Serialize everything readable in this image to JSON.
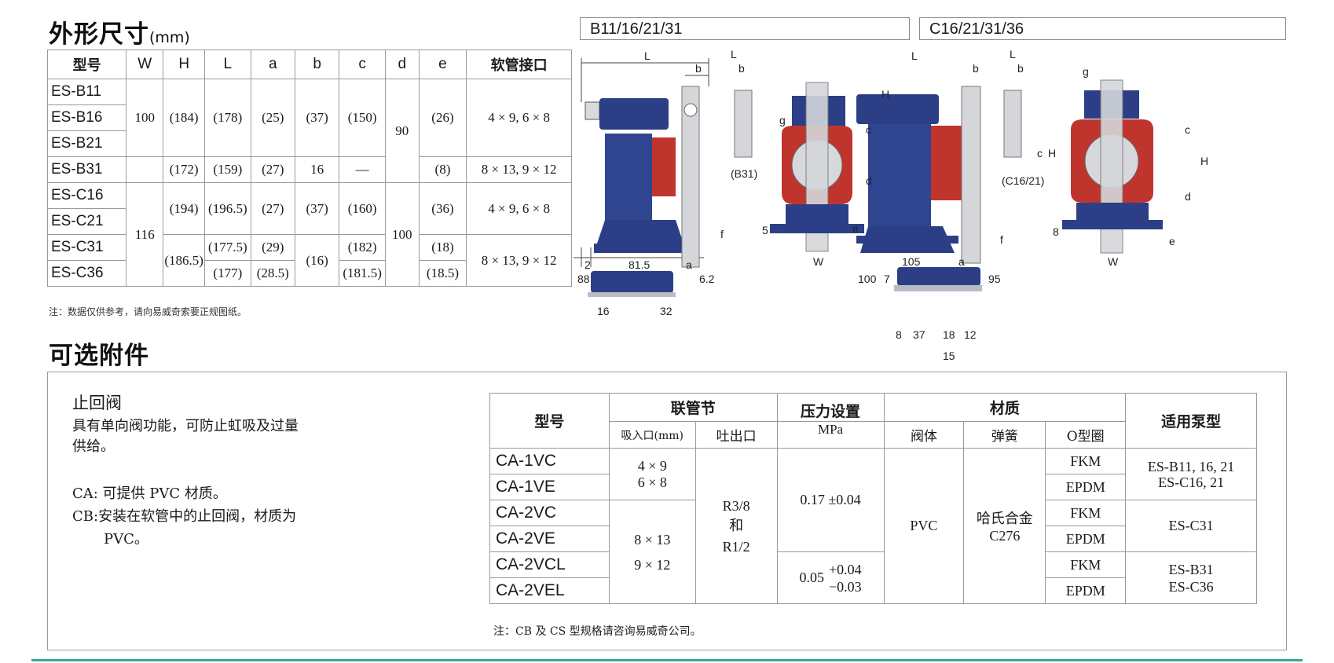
{
  "dims_section": {
    "title": "外形尺寸",
    "unit": "(mm)",
    "headers": [
      "型号",
      "W",
      "H",
      "L",
      "a",
      "b",
      "c",
      "d",
      "e",
      "软管接口"
    ],
    "models": [
      "ES-B11",
      "ES-B16",
      "ES-B21",
      "ES-B31",
      "ES-C16",
      "ES-C21",
      "ES-C31",
      "ES-C36"
    ],
    "B_W": "100",
    "B_d": "90",
    "B1": {
      "H": "(184)",
      "L": "(178)",
      "a": "(25)",
      "b": "(37)",
      "c": "(150)",
      "e": "(26)",
      "hose": "4 × 9, 6 × 8"
    },
    "B31": {
      "H": "(172)",
      "L": "(159)",
      "a": "(27)",
      "b": "16",
      "c": "—",
      "e": "(8)",
      "hose": "8 × 13, 9 × 12"
    },
    "C_W": "116",
    "C_d": "100",
    "C1": {
      "H": "(194)",
      "L": "(196.5)",
      "a": "(27)",
      "b": "(37)",
      "c": "(160)",
      "e": "(36)",
      "hose": "4 × 9, 6 × 8"
    },
    "C2": {
      "H": "(186.5)",
      "b": "(16)",
      "hose": "8 × 13, 9 × 12"
    },
    "C31": {
      "L": "(177.5)",
      "a": "(29)",
      "c": "(182)",
      "e": "(18)"
    },
    "C36": {
      "L": "(177)",
      "a": "(28.5)",
      "c": "(181.5)",
      "e": "(18.5)"
    },
    "note": "注：数据仅供参考，请向易威奇索要正规图纸。"
  },
  "drawing": {
    "panel_b": "B11/16/21/31",
    "panel_c": "C16/21/31/36",
    "labels": {
      "L": "L",
      "b": "b",
      "H": "H",
      "c": "c",
      "d": "d",
      "e": "e",
      "f": "f",
      "g": "g",
      "W": "W",
      "a": "a",
      "b31": "(B31)",
      "c1621": "(C16/21)",
      "b_2": "2",
      "b_815": "81.5",
      "b_5": "5",
      "b_88": "88",
      "b_62": "6.2",
      "b_16": "16",
      "b_32": "32",
      "c_105": "105",
      "c_8": "8",
      "c_100": "100",
      "c_7": "7",
      "c_95": "95",
      "c_8b": "8",
      "c_37": "37",
      "c_18": "18",
      "c_12": "12",
      "c_15": "15"
    },
    "colors": {
      "body": "#2c3f86",
      "head": "#c0342e",
      "gray": "#c8ccd0"
    }
  },
  "acc_section": {
    "title": "可选附件",
    "check_valve_title": "止回阀",
    "desc1": "具有单向阀功能，可防止虹吸及过量",
    "desc2": "供给。",
    "ca_line": "CA: 可提供 PVC 材质。",
    "cb_line1": "CB:安装在软管中的止回阀，材质为",
    "cb_line2": "PVC。",
    "table": {
      "h_model": "型号",
      "h_union": "联管节",
      "h_pressure": "压力设置",
      "h_material": "材质",
      "h_pump": "适用泵型",
      "sub_inlet": "吸入口(mm)",
      "sub_outlet": "吐出口",
      "sub_mpa": "MPa",
      "sub_body": "阀体",
      "sub_spring": "弹簧",
      "sub_oring": "O型圈",
      "models": [
        "CA-1VC",
        "CA-1VE",
        "CA-2VC",
        "CA-2VE",
        "CA-2VCL",
        "CA-2VEL"
      ],
      "inlet1a": "4 × 9",
      "inlet1b": "6 × 8",
      "inlet2a": "8 × 13",
      "inlet2b": "9 × 12",
      "outlet_a": "R3/8",
      "outlet_b": "和",
      "outlet_c": "R1/2",
      "pressure1": "0.17 ±0.04",
      "pressure2_base": "0.05",
      "pressure2_plus": "+0.04",
      "pressure2_minus": "−0.03",
      "body": "PVC",
      "spring_a": "哈氏合金",
      "spring_b": "C276",
      "orings": [
        "FKM",
        "EPDM",
        "FKM",
        "EPDM",
        "FKM",
        "EPDM"
      ],
      "pump1a": "ES-B11, 16, 21",
      "pump1b": "ES-C16, 21",
      "pump2": "ES-C31",
      "pump3a": "ES-B31",
      "pump3b": "ES-C36"
    },
    "note": "注：CB 及 CS 型规格请咨询易威奇公司。"
  }
}
